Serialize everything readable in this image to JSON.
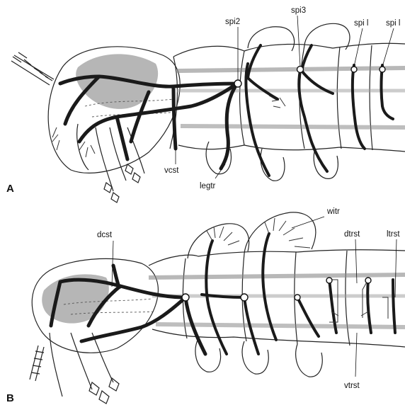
{
  "panels": [
    {
      "letter": "A",
      "labels": {
        "spi2": "spi2",
        "spi3": "spi3",
        "spil_1": "spi l",
        "spil_2": "spi l",
        "vcst": "vcst",
        "legtr": "legtr"
      }
    },
    {
      "letter": "B",
      "labels": {
        "dcst": "dcst",
        "witr": "witr",
        "dtrst": "dtrst",
        "ltrst": "ltrst",
        "vtrst": "vtrst"
      }
    }
  ]
}
